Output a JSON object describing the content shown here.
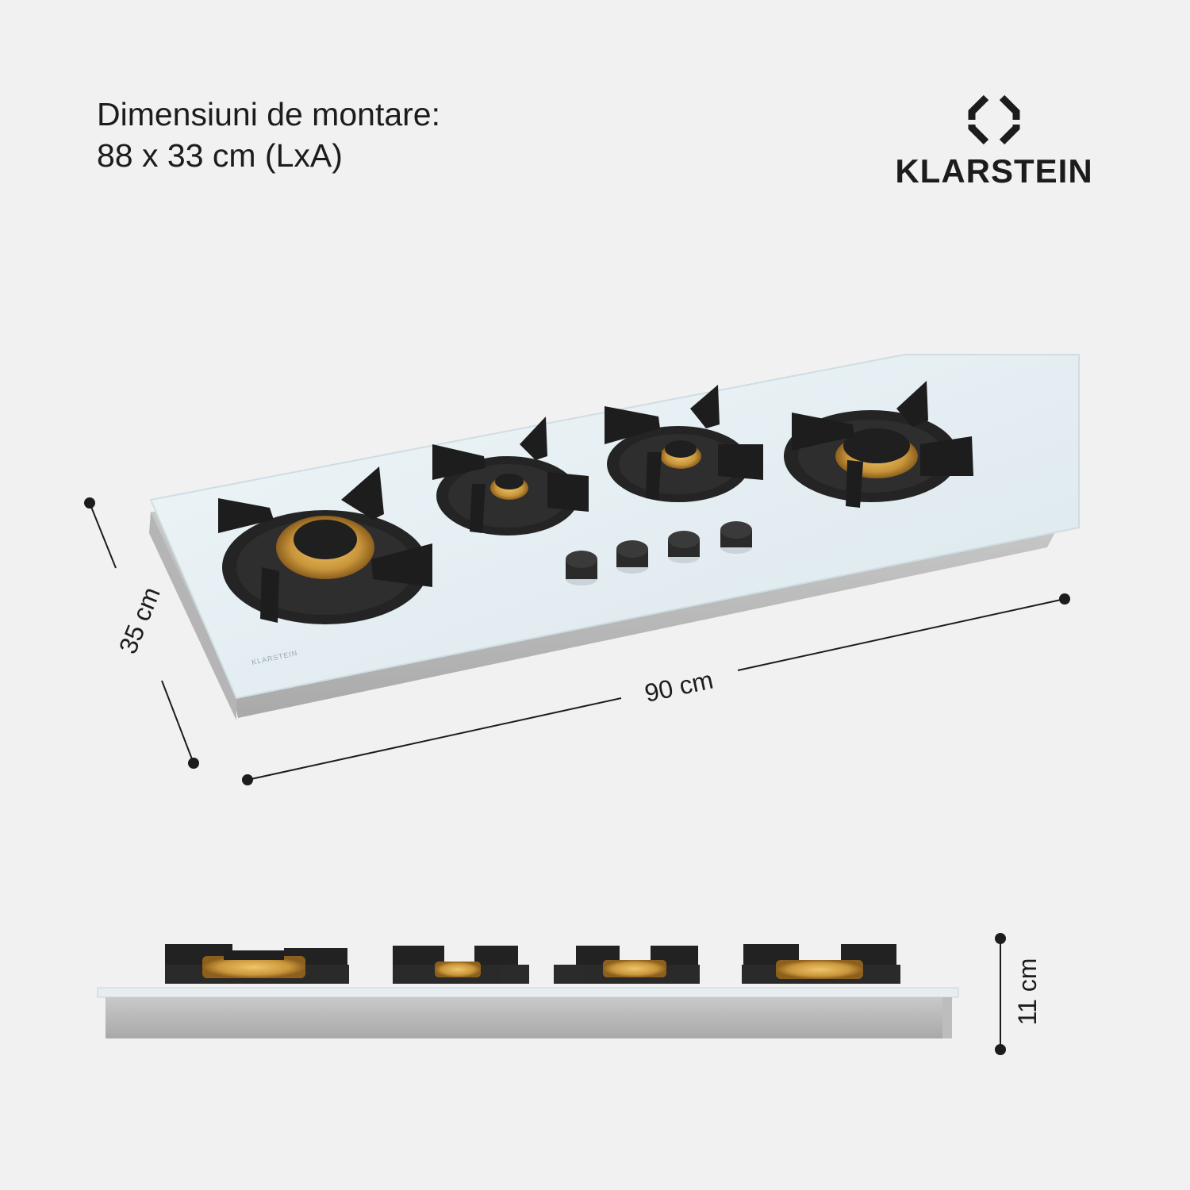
{
  "heading": {
    "line1": "Dimensiuni de montare:",
    "line2": "88 x 33 cm (LxA)"
  },
  "brand": {
    "name": "KLARSTEIN",
    "icon": "klarstein-diamond-logo-icon"
  },
  "hob": {
    "logo_text": "KLARSTEIN",
    "glass_color": "#e4eef2",
    "burner_color": "#1f1f1f",
    "brass_color": "#c8953a"
  },
  "dimensions": {
    "width": "90 cm",
    "depth": "35 cm",
    "height": "11 cm"
  }
}
